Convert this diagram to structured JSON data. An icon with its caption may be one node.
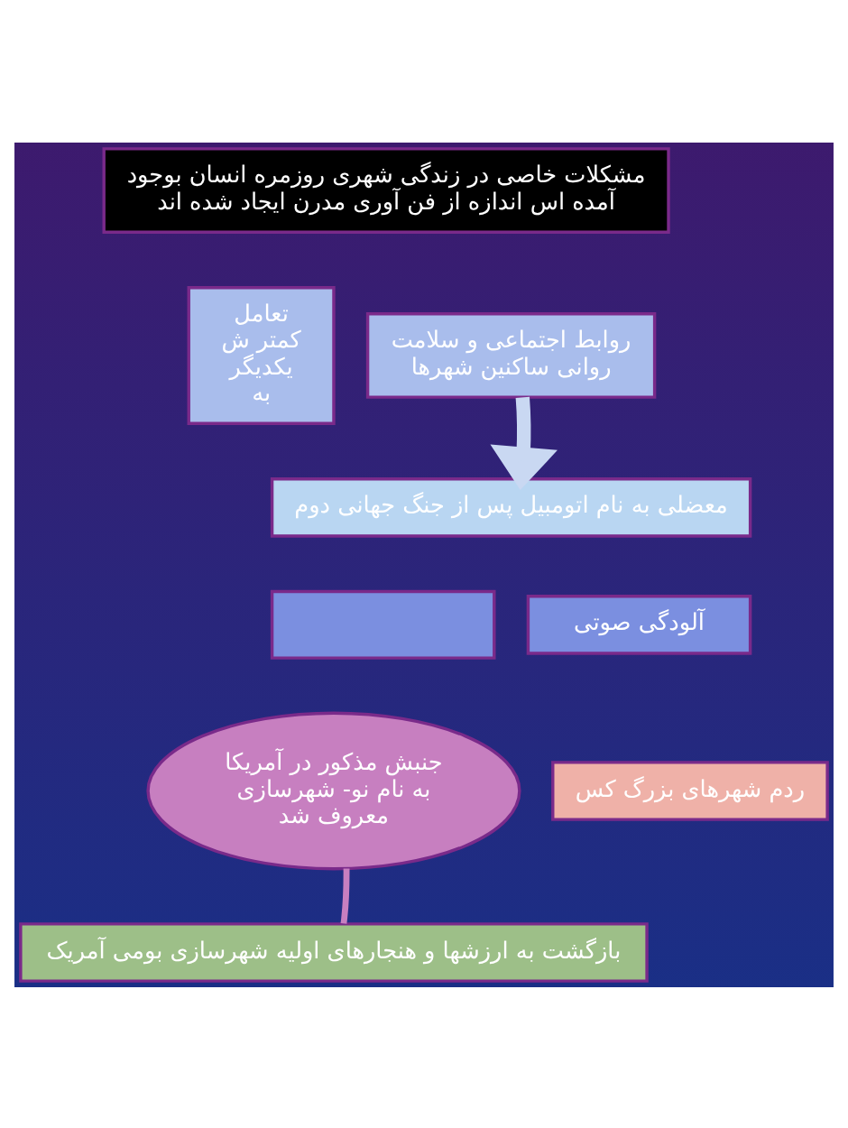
{
  "diagram": {
    "nodes": [
      {
        "text": [
          "مشکلات خاصی در زندگی شهری روزمره انسان بوجود آمده اس اندازه از فن آوری مدرن ایجاد شده اند"
        ]
      },
      {
        "text": [
          "روابط اجتماعی و سلامت روانی ساکنین شهرها"
        ]
      },
      {
        "text": [
          "تعامل کمتر ش یکدیگر به"
        ]
      },
      {
        "text": [
          "معضلی به نام اتومبیل پس از جنگ جهانی دوم"
        ]
      },
      {
        "text": [
          "آلودگی صوتی"
        ]
      },
      {
        "text": [],
        "shape": "box"
      },
      {
        "text": [
          "ردم شهرهای بزرگ کس"
        ]
      },
      {
        "text": [
          "جنبش مذکور در آمریکا به نام نو- شهرسازی معروف شد"
        ]
      },
      {
        "text": [
          "بازگشت به ارزشها و هنجارهای اولیه شهرسازی بومی آمریک"
        ]
      }
    ],
    "edges": [
      {
        "from": 1,
        "to": 3,
        "arrow": "to",
        "style": "thick"
      },
      {
        "from": 7,
        "to": 8,
        "arrow": "none",
        "color": "#c77fc0"
      }
    ]
  }
}
